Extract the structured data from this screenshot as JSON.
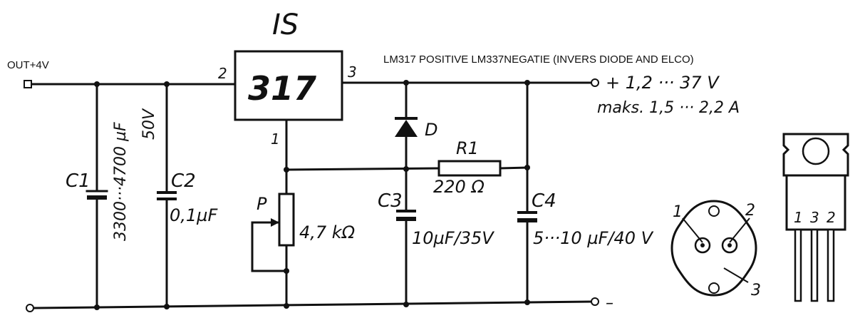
{
  "colors": {
    "ink": "#111111",
    "paper": "#ffffff"
  },
  "header": {
    "is_label": "IS",
    "description": "LM317 POSITIVE LM337NEGATIE (INVERS DIODE AND ELCO)"
  },
  "terminals": {
    "out_label": "OUT+4V",
    "vout_label": "+ 1,2 ··· 37 V",
    "current_label": "maks. 1,5 ··· 2,2 A",
    "ground_label": "–"
  },
  "regulator": {
    "name": "317",
    "pin_in": "2",
    "pin_out": "3",
    "pin_adj": "1"
  },
  "components": {
    "c1": {
      "name": "C1",
      "value": "3300···4700 µF",
      "voltage": "50V"
    },
    "c2": {
      "name": "C2",
      "value": "0,1µF"
    },
    "pot": {
      "name": "P",
      "value": "4,7 kΩ"
    },
    "diode": {
      "name": "D"
    },
    "r1": {
      "name": "R1",
      "value": "220 Ω"
    },
    "c3": {
      "name": "C3",
      "value": "10µF/35V"
    },
    "c4": {
      "name": "C4",
      "value": "5···10 µF/40 V"
    }
  },
  "packages": {
    "to3_pins": [
      "1",
      "2",
      "3"
    ],
    "to220_pins": [
      "1",
      "3",
      "2"
    ]
  }
}
